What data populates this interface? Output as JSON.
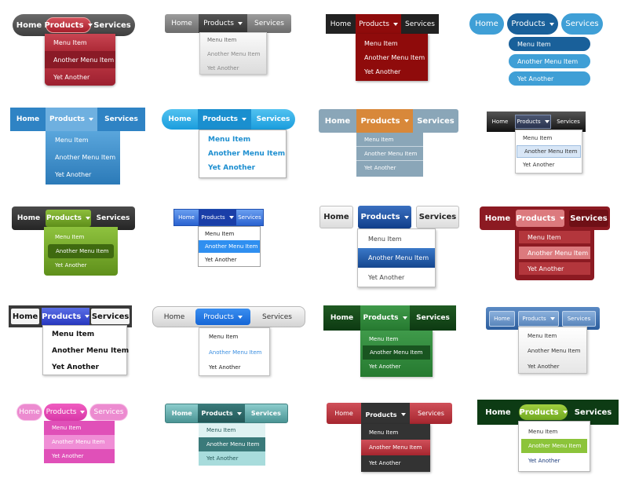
{
  "colors": {
    "dark_red": "#8f0b0b",
    "blue": "#2f83c4",
    "green": "#6b9e1f",
    "pink": "#ec8bd0",
    "teal": "#5ca3a3"
  },
  "menus": [
    {
      "home": "Home",
      "products": "Products",
      "services": "Services",
      "items": [
        "Menu Item",
        "Another Menu Item",
        "Yet Another"
      ]
    },
    {
      "home": "Home",
      "products": "Products",
      "services": "Services",
      "items": [
        "Menu Item",
        "Another Menu Item",
        "Yet Another"
      ]
    },
    {
      "home": "Home",
      "products": "Products",
      "services": "Services",
      "items": [
        "Menu Item",
        "Another Menu Item",
        "Yet Another"
      ]
    },
    {
      "home": "Home",
      "products": "Products",
      "services": "Services",
      "items": [
        "Menu Item",
        "Another Menu Item",
        "Yet Another"
      ]
    },
    {
      "home": "Home",
      "products": "Products",
      "services": "Services",
      "items": [
        "Menu Item",
        "Another Menu Item",
        "Yet Another"
      ]
    },
    {
      "home": "Home",
      "products": "Products",
      "services": "Services",
      "items": [
        "Menu Item",
        "Another Menu Item",
        "Yet Another"
      ]
    },
    {
      "home": "Home",
      "products": "Products",
      "services": "Services",
      "items": [
        "Menu Item",
        "Another Menu Item",
        "Yet Another"
      ]
    },
    {
      "home": "Home",
      "products": "Products",
      "services": "Services",
      "items": [
        "Menu Item",
        "Another Menu Item",
        "Yet Another"
      ]
    },
    {
      "home": "Home",
      "products": "Products",
      "services": "Services",
      "items": [
        "Menu Item",
        "Another Menu Item",
        "Yet Another"
      ]
    },
    {
      "home": "Home",
      "products": "Products",
      "services": "Services",
      "items": [
        "Menu Item",
        "Another Menu Item",
        "Yet Another"
      ]
    },
    {
      "home": "Home",
      "products": "Products",
      "services": "Services",
      "items": [
        "Menu Item",
        "Another Menu Item",
        "Yet Another"
      ]
    },
    {
      "home": "Home",
      "products": "Products",
      "services": "Services",
      "items": [
        "Menu Item",
        "Another Menu Item",
        "Yet Another"
      ]
    },
    {
      "home": "Home",
      "products": "Products",
      "services": "Services",
      "items": [
        "Menu Item",
        "Another Menu Item",
        "Yet Another"
      ]
    },
    {
      "home": "Home",
      "products": "Products",
      "services": "Services",
      "items": [
        "Menu Item",
        "Another Menu Item",
        "Yet Another"
      ]
    },
    {
      "home": "Home",
      "products": "Products",
      "services": "Services",
      "items": [
        "Menu Item",
        "Another Menu Item",
        "Yet Another"
      ]
    },
    {
      "home": "Home",
      "products": "Products",
      "services": "Services",
      "items": [
        "Menu Item",
        "Another Menu Item",
        "Yet Another"
      ]
    },
    {
      "home": "Home",
      "products": "Products",
      "services": "Services",
      "items": [
        "Menu Item",
        "Another Menu Item",
        "Yet Another"
      ]
    },
    {
      "home": "Home",
      "products": "Products",
      "services": "Services",
      "items": [
        "Menu Item",
        "Another Menu Item",
        "Yet Another"
      ]
    },
    {
      "home": "Home",
      "products": "Products",
      "services": "Services",
      "items": [
        "Menu Item",
        "Another Menu Item",
        "Yet Another"
      ]
    },
    {
      "home": "Home",
      "products": "Products",
      "services": "Services",
      "items": [
        "Menu Item",
        "Another Menu Item",
        "Yet Another"
      ]
    }
  ]
}
